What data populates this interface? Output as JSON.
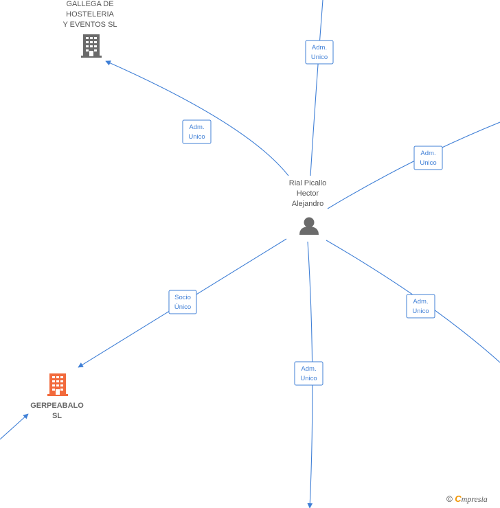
{
  "nodes": {
    "center_person": {
      "name_lines": [
        "Rial Picallo",
        "Hector",
        "Alejandro"
      ],
      "icon": "person-icon",
      "color": "#6b6b6b"
    },
    "company_top": {
      "name_lines": [
        "GALLEGA DE",
        "HOSTELERIA",
        "Y EVENTOS SL"
      ],
      "icon": "building-icon",
      "color": "#6b6b6b"
    },
    "company_main": {
      "name_lines": [
        "GERPEABALO",
        "SL"
      ],
      "icon": "building-icon",
      "color": "#f26a3c"
    }
  },
  "edges": [
    {
      "role_lines": [
        "Adm.",
        "Unico"
      ]
    },
    {
      "role_lines": [
        "Adm.",
        "Unico"
      ]
    },
    {
      "role_lines": [
        "Adm.",
        "Unico"
      ]
    },
    {
      "role_lines": [
        "Socio",
        "Único"
      ]
    },
    {
      "role_lines": [
        "Adm.",
        "Unico"
      ]
    },
    {
      "role_lines": [
        "Adm.",
        "Unico"
      ]
    }
  ],
  "colors": {
    "edge": "#3f7fd6",
    "label_text": "#555555"
  },
  "footer": {
    "copyright_symbol": "©",
    "brand_initial": "C",
    "brand_rest": "mpresia"
  }
}
